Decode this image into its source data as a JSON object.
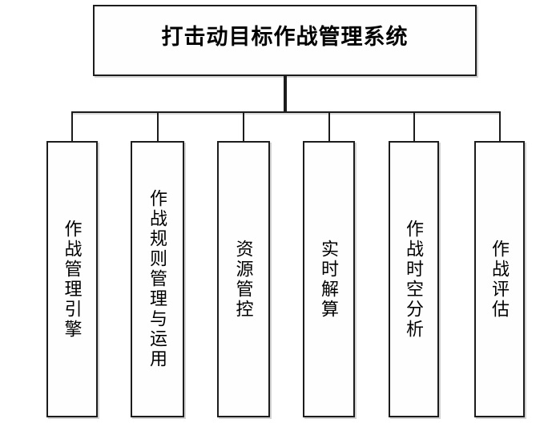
{
  "diagram": {
    "title": "打击动目标作战管理系统",
    "children": [
      {
        "label": "作战管理引擎"
      },
      {
        "label": "作战规则管理与运用"
      },
      {
        "label": "资源管控"
      },
      {
        "label": "实时解算"
      },
      {
        "label": "作战时空分析"
      },
      {
        "label": "作战评估"
      }
    ],
    "colors": {
      "line": "#1c1c1c",
      "box_border": "#1c1c1c",
      "background": "#ffffff",
      "text": "#000000"
    }
  }
}
